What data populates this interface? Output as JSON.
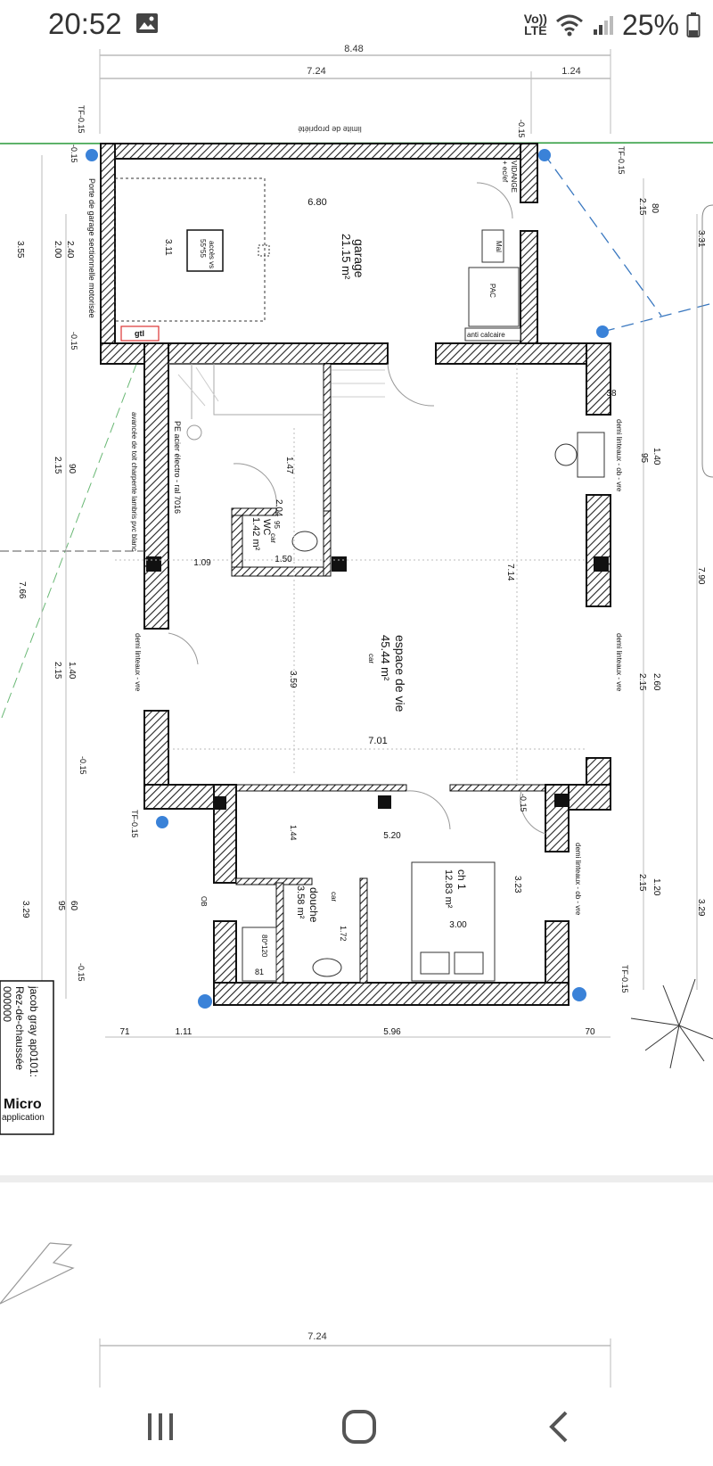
{
  "status_bar": {
    "time": "20:52",
    "network": "Vo)) LTE",
    "network_line1": "Vo))",
    "network_line2": "LTE",
    "battery": "25%",
    "icons": [
      "gallery-icon",
      "wifi-icon",
      "signal-icon",
      "battery-icon"
    ]
  },
  "plan": {
    "top_dims": {
      "total": "8.48",
      "left": "7.24",
      "right": "1.24"
    },
    "property_line": "limite de propriété",
    "tf_top_left": "TF-0.15",
    "tf_top_right": "TF-0.15",
    "level_marks": {
      "a": "-0.15",
      "b": "-0.15",
      "c": "-0.15",
      "d": "-0.15",
      "e": "-0.15",
      "f": "-0.15"
    },
    "left_dims": {
      "h355": "3.55",
      "h240": "2.40",
      "h200": "2.00",
      "h215a": "2.15",
      "h90": "90",
      "h766": "7.66",
      "h140": "1.40",
      "h215b": "2.15",
      "h329": "3.29",
      "h95": "95",
      "h60": "60"
    },
    "right_dims": {
      "r80": "80",
      "r215a": "2.15",
      "r331": "3.31",
      "r140": "1.40",
      "r95": "95",
      "r790": "7.90",
      "r260": "2.60",
      "r215b": "2.15",
      "r120": "1.20",
      "r215c": "2.15",
      "r329": "3.29",
      "r38": "38"
    },
    "garage": {
      "name": "garage",
      "area": "21.15 m²",
      "width": "6.80",
      "depth": "3.11",
      "door_label": "Porte de garage sectionnelle motorisée",
      "access": "accès vs",
      "access_size": "55*55",
      "gtl": "gtl",
      "vidange": "VIDANGE",
      "ecclef": "+ ec/ef",
      "mal": "Mal",
      "pac": "PAC",
      "anti_calcaire": "anti calcaire"
    },
    "living": {
      "name": "espace de vie",
      "area": "45.44 m²",
      "car": "car",
      "length": "7.14",
      "width": "7.01",
      "d359": "3.59",
      "d109": "1.09",
      "d147": "1.47"
    },
    "wc": {
      "name": "WC",
      "car": "car",
      "area": "1.42 m²",
      "w150": "1.50",
      "h204": "2.04",
      "h95": "95"
    },
    "stairs": {
      "pe_label": "PE acier électro - ral 7016",
      "roof_label": "avancée de toit charpente lambris pvc blanc"
    },
    "douche": {
      "name": "douche",
      "area": "3.58 m²",
      "car": "car",
      "d172": "1.72",
      "d144": "1.44",
      "shower": "80*120",
      "d81": "81",
      "ob": "OB"
    },
    "ch1": {
      "name": "ch 1",
      "area": "12.83 m²",
      "d300": "3.00",
      "d323": "3.23",
      "d520": "5.20"
    },
    "lintels": {
      "right_top": "demi linteaux - ob - vre",
      "right_mid": "demi linteaux - vre",
      "left_mid": "demi linteaux - vre",
      "right_bottom": "demi linteaux - ob - vre"
    },
    "bottom_dims": {
      "d71": "71",
      "d111": "1.11",
      "d596": "5.96",
      "d70": "70"
    },
    "tf_left_mid": "TF-0.15",
    "tf_right_bottom": "TF-0.15",
    "cartouche": {
      "line1": "jacob gray ap0101:",
      "line2": "Rez-de-chaussée",
      "line3": "000000",
      "brand": "Micro",
      "brand2": "application"
    }
  },
  "lower": {
    "dim": "7.24"
  },
  "nav": {
    "recent": "recent-apps-icon",
    "home": "home-icon",
    "back": "back-icon"
  }
}
